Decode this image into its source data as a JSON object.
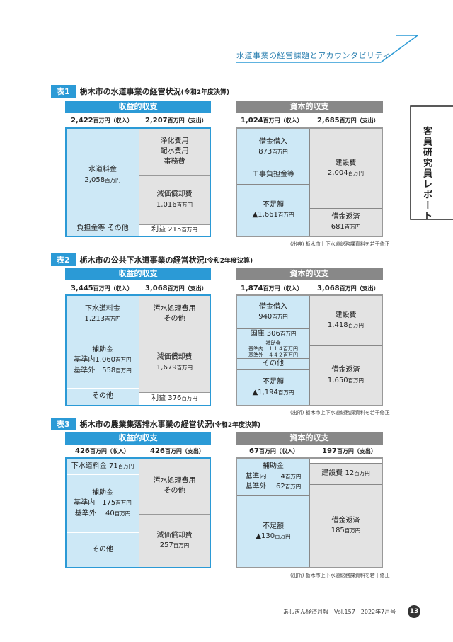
{
  "header": {
    "title": "水道事業の経営課題とアカウンタビリティ",
    "side_label": "客員研究員レポート"
  },
  "table1": {
    "tag": "表1",
    "title": "栃木市の水道事業の経営状況",
    "subtitle": "(令和2年度決算)",
    "rev_bar": "収益的収支",
    "cap_bar": "資本的収支",
    "rev_in": "2,422",
    "rev_in_unit": "百万円（収入）",
    "rev_out": "2,207",
    "rev_out_unit": "百万円（支出）",
    "cap_in": "1,024",
    "cap_in_unit": "百万円（収入）",
    "cap_out": "2,685",
    "cap_out_unit": "百万円（支出）",
    "water_fee": "水道料金",
    "water_fee_val": "2,058",
    "burden": "負担金等 その他",
    "purify_1": "浄化費用",
    "purify_2": "配水費用",
    "purify_3": "事務費",
    "depr": "減価償却費",
    "depr_val": "1,016",
    "profit": "利益 215",
    "loan_in": "借金借入",
    "loan_in_val": "873",
    "work_burden": "工事負担金等",
    "shortfall": "不足額",
    "shortfall_val": "▲1,661",
    "construct": "建設費",
    "construct_val": "2,004",
    "repay": "借金返済",
    "repay_val": "681",
    "source": "(出典) 栃木市上下水道総務課資料を若干修正"
  },
  "table2": {
    "tag": "表2",
    "title": "栃木市の公共下水道事業の経営状況",
    "subtitle": "(令和2年度決算)",
    "rev_bar": "収益的収支",
    "cap_bar": "資本的収支",
    "rev_in": "3,445",
    "rev_in_unit": "百万円（収入）",
    "rev_out": "3,068",
    "rev_out_unit": "百万円（支出）",
    "cap_in": "1,874",
    "cap_in_unit": "百万円（収入）",
    "cap_out": "3,068",
    "cap_out_unit": "百万円（支出）",
    "sewer_fee": "下水道料金",
    "sewer_fee_val": "1,213",
    "subsidy": "補助金",
    "sub_in": "基準内1,060",
    "sub_out": "基準外　558",
    "other": "その他",
    "treat_1": "汚水処理費用",
    "treat_2": "その他",
    "depr": "減価償却費",
    "depr_val": "1,679",
    "profit": "利益 376",
    "loan_in": "借金借入",
    "loan_in_val": "940",
    "treasury": "国庫 306",
    "cap_sub": "補助金",
    "cap_sub_in": "基準内　１１４百万円",
    "cap_sub_out": "基準外　４４２百万円",
    "cap_other": "その他",
    "shortfall": "不足額",
    "shortfall_val": "▲1,194",
    "construct": "建設費",
    "construct_val": "1,418",
    "repay": "借金返済",
    "repay_val": "1,650",
    "source": "(出所) 栃木市上下水道総務課資料を若干修正"
  },
  "table3": {
    "tag": "表3",
    "title": "栃木市の農業集落排水事業の経営状況",
    "subtitle": "(令和2年度決算)",
    "rev_bar": "収益的収支",
    "cap_bar": "資本的収支",
    "rev_in": "426",
    "rev_in_unit": "百万円（収入）",
    "rev_out": "426",
    "rev_out_unit": "百万円（支出）",
    "cap_in": "67",
    "cap_in_unit": "百万円（収入）",
    "cap_out": "197",
    "cap_out_unit": "百万円（支出）",
    "sewer_fee": "下水道料金 71",
    "subsidy": "補助金",
    "sub_in": "基準内　175",
    "sub_out": "基準外　 40",
    "other": "その他",
    "treat_1": "汚水処理費用",
    "treat_2": "その他",
    "depr": "減価償却費",
    "depr_val": "257",
    "cap_sub": "補助金",
    "cap_sub_in": "基準内　　4",
    "cap_sub_out": "基準外　 62",
    "shortfall": "不足額",
    "shortfall_val": "▲130",
    "construct": "建設費 12",
    "repay": "借金返済",
    "repay_val": "185",
    "source": "(出所) 栃木市上下水道総務課資料を若干修正"
  },
  "unit": "百万円",
  "footer": {
    "text": "あしぎん経済月報　Vol.157　2022年7月号",
    "page": "13"
  }
}
